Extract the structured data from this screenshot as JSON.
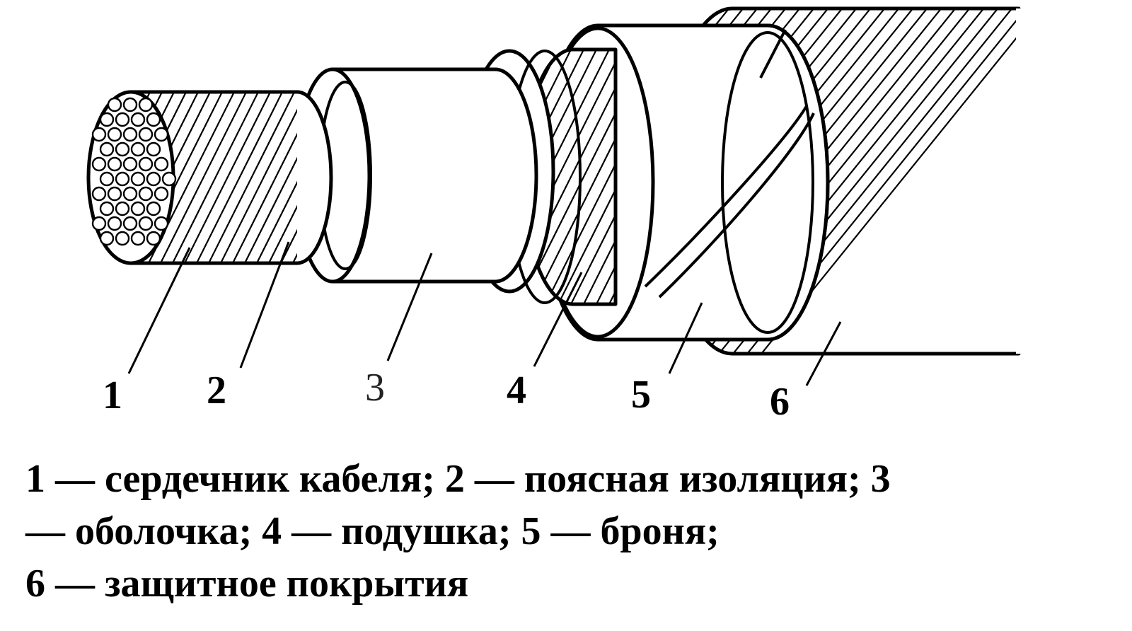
{
  "diagram": {
    "callouts": [
      {
        "id": "1",
        "label": "1"
      },
      {
        "id": "2",
        "label": "2"
      },
      {
        "id": "3",
        "label": "3"
      },
      {
        "id": "4",
        "label": "4"
      },
      {
        "id": "5",
        "label": "5"
      },
      {
        "id": "6",
        "label": "6"
      }
    ],
    "line_color": "#000000",
    "fill_color": "#ffffff"
  },
  "caption": {
    "lines": [
      "1 — сердечник кабеля; 2 — поясная изоляция; 3",
      "— оболочка; 4 — подушка; 5 — броня;",
      "6 — защитное покрытия"
    ]
  }
}
